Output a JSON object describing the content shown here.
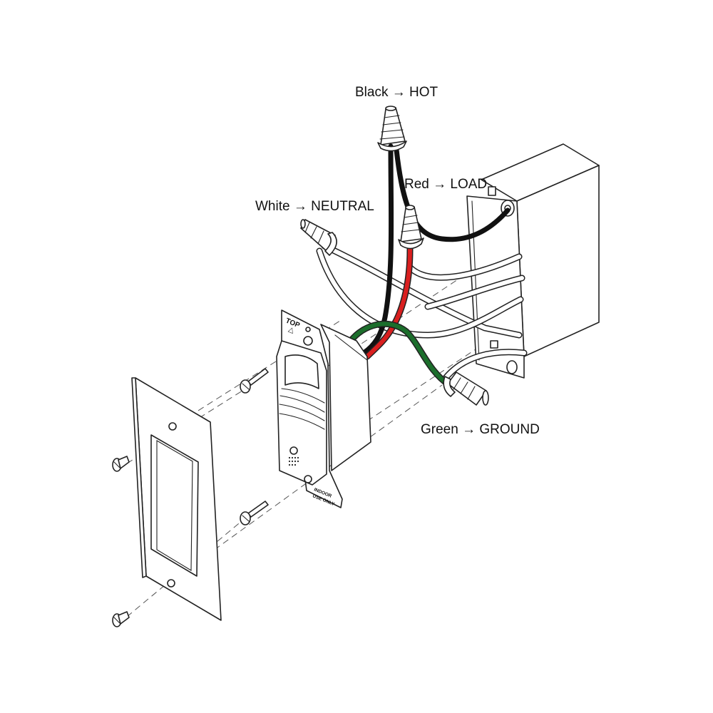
{
  "colors": {
    "hot": "#111111",
    "load": "#d91f1f",
    "neutral": "#ffffff",
    "ground": "#1c6e2c",
    "outline": "#222222"
  },
  "labels": {
    "hot": "Black → HOT",
    "load": "Red → LOAD",
    "neutral": "White → NEUTRAL",
    "ground": "Green → GROUND"
  },
  "sensor": {
    "top_text": "TOP",
    "top_arrow": "△",
    "indoor_text": "INDOOR",
    "use_only_text": "USE ONLY"
  }
}
